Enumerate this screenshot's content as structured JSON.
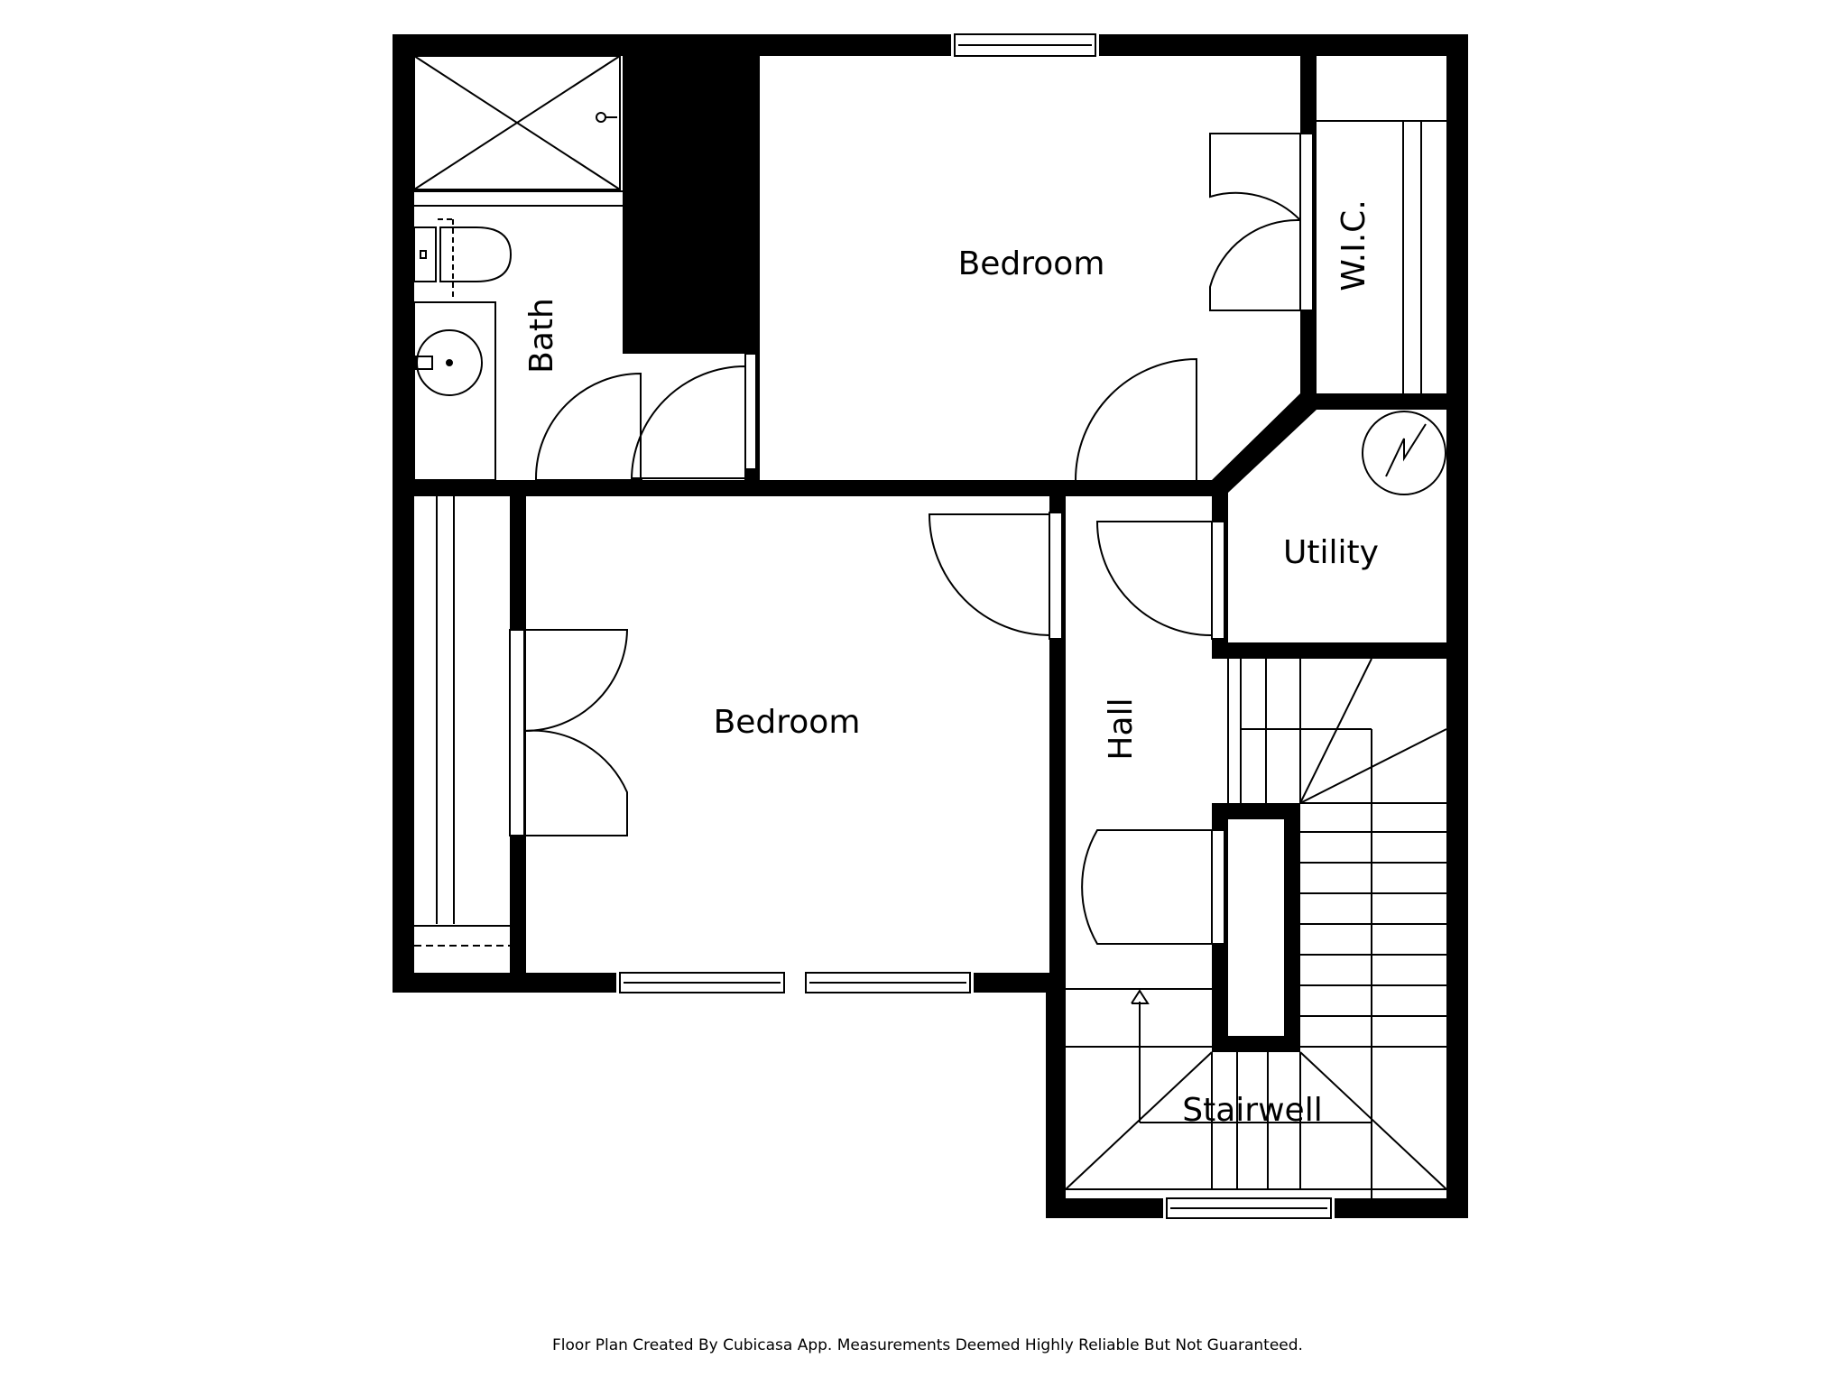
{
  "rooms": {
    "bedroom_top": "Bedroom",
    "bedroom_left": "Bedroom",
    "bath": "Bath",
    "wic": "W.I.C.",
    "utility": "Utility",
    "hall": "Hall",
    "stairwell": "Stairwell"
  },
  "footer": "Floor Plan Created By Cubicasa App. Measurements Deemed Highly Reliable But Not Guaranteed.",
  "colors": {
    "wall": "#000000",
    "background": "#ffffff"
  }
}
